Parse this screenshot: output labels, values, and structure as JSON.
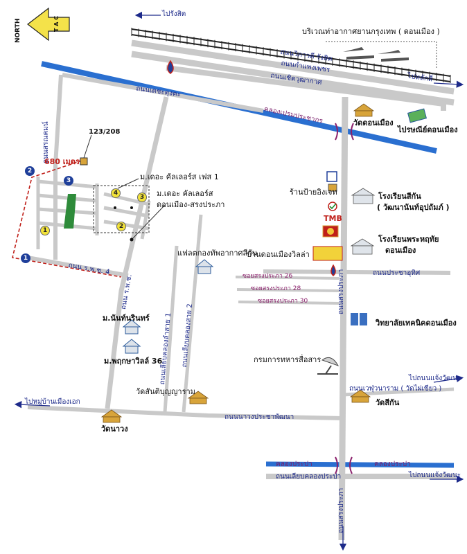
{
  "compass": {
    "label": "NORTH",
    "letters": "T A C"
  },
  "directions": {
    "to_rangsit": "ไปรังสิต",
    "to_laksi": "ไปหลักสี่",
    "to_mueang_ek": "ไปหมู่บ้านเมืองเอก",
    "to_chaengwattana_1": "ไปถนนแจ้งวัฒนะ",
    "to_chaengwattana_2": "ไปถนนแจ้งวัฒนะ"
  },
  "roads": {
    "vibhavadi": "ถนนวิภาวดี รังสิต",
    "kamphaengphet": "ถนนกำแพงเพชร",
    "choetwuthakat": "ถนนเชิดวุฒากาศ",
    "dechatungkha": "ถนนเดชะตุงคะ",
    "sarannimit": "ถนนสรณคมน์",
    "prachauthit": "ถนนประชาอุทิศ",
    "songprapha": "ถนนสรงประภา",
    "rapoo4": "ถนน ร.พ.ช. 4",
    "rapoo_vert": "ถนน ร.พ.ช.",
    "liap_khlong_1": "ถนนเลียบคลองลำสาย 1",
    "liap_khlong_2": "ถนนเลียบคลองสาย 2",
    "nawong": "ถนนนาวงประชาพัฒนา",
    "wet_suwannaram": "ถนนเวฬุวนาราม ( วัดไผ่เขียว )",
    "liap_khlong_prapa": "ถนนเลียบคลองประปา",
    "khlong_prapa_1": "คลองประปา",
    "khlong_prapa_2": "คลองประปา",
    "khlong_canal_top": "คลองเปรมประชากร",
    "sarannimit_south": "ถนนสรงประภา"
  },
  "soi": {
    "s26": "ซอยสรงประภา 26",
    "s28": "ซอยสรงประภา 28",
    "s30": "ซอยสรงประภา 30"
  },
  "places": {
    "airport": "บริเวณท่าอากาศยานกรุงเทพ ( ดอนเมือง )",
    "wat_don_mueang": "วัดดอนเมือง",
    "post_office": "ไปรษณีย์ดอนเมือง",
    "iddy_shop": "ร้านป้ายอิงเจท",
    "sikan_school": "โรงเรียนสีกัน",
    "sikan_school_sub": "( วัฒนานันท์อุปถัมภ์ )",
    "bank": "TMB",
    "phrahrutai_school": "โรงเรียนพระหฤทัย",
    "phrahrutai_school_sub": "ดอนเมือง",
    "ban_don_mueang_villa": "บ้านดอนเมืองวิลล่า",
    "army_flat": "แฟลตกองทัพอากาศสีกัน",
    "tech_college": "วิทยาลัยเทคนิคดอนเมือง",
    "signal_dept": "กรมการทหารสื่อสาร",
    "mu_nanthrin": "ม.นันท์นรินทร์",
    "mu_phruksa": "ม.พฤกษาวิลล์ 36",
    "wat_santi": "วัดสันติบุญญาราม",
    "wat_nawong": "วัดนาวง",
    "wat_sikan": "วัดสีกัน",
    "project_phase1": "ม.เดอะ คัลเลอร์ส เฟส 1",
    "project_main_1": "ม.เดอะ คัลเลอร์ส",
    "project_main_2": "ดอนเมือง-สรงประภา",
    "house_no": "123/208",
    "distance": "680 เมตร"
  },
  "markers": {
    "blue": [
      "1",
      "2",
      "3"
    ],
    "yellow": [
      "1",
      "2",
      "3",
      "4"
    ]
  },
  "colors": {
    "road": "#c9c9c9",
    "canal": "#2a6fd0",
    "route": "#c0201a",
    "label_road": "#1d2a8a",
    "label_soi": "#8a1f6b"
  }
}
